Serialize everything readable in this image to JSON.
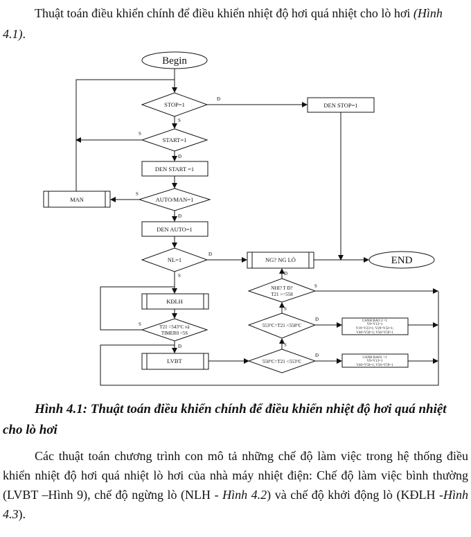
{
  "intro": {
    "text": "Thuật toán điều khiển chính để điều khiển nhiệt độ hơi quá nhiệt cho lò hơi ",
    "ref": "(Hình 4.1)",
    "end": "."
  },
  "flowchart": {
    "begin": "Begin",
    "stop_check": "STOP=1",
    "den_stop": "DEN STOP=1",
    "start_check": "START=1",
    "den_start": "DEN START =1",
    "man": "MAN",
    "auto_man": "AUTO/MAN=1",
    "den_auto": "DEN AUTO=1",
    "nl_check": "NL=1",
    "ngung_lo": "NG? NG LÒ",
    "end": "END",
    "kdlh": "KĐLH",
    "timer_line1": "T21 =543°C và",
    "timer_line2": "TIMER0 =5S",
    "lvbt": "LVBT",
    "nhiet_line1": "NHI? T Đ?",
    "nhiet_line2": "T21 >=558",
    "range2": "553°C=T21 <558°C",
    "range1": "550°C=T21 <553°C",
    "canh_bao2_line1": "CANH BAO 2 =1",
    "canh_bao2_line2": "V9=V13=1",
    "canh_bao2_line3": "V19=V23=1; V29=V32=1;",
    "canh_bao2_line4": "V46=V50=1; V56=V59=1",
    "canh_bao1_line1": "CANH BAO1 =1",
    "canh_bao1_line2": "V9=V13=1",
    "canh_bao1_line3": "V46=V50=1; V56=V59=1",
    "label_d": "Đ",
    "label_s": "S"
  },
  "caption": {
    "line": "Hình 4.1: Thuật toán điều khiển chính để điều khiển nhiệt độ hơi quá nhiệt cho lò hơi"
  },
  "body": {
    "part1": "Các thuật toán chương trình con mô tả những chế độ làm việc trong hệ thống điều khiển nhiệt độ hơi quá nhiệt lò hơi của nhà máy nhiệt điện: Chế độ làm việc bình thường (LVBT –Hình 9), chế độ ngừng lò (NLH - ",
    "ref1": "Hình 4.2",
    "part2": ") và chế độ khởi động lò (KĐLH -",
    "ref2": "Hình 4.3",
    "part3": ")."
  }
}
